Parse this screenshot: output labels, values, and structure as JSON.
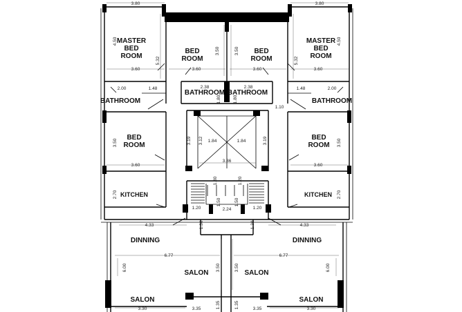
{
  "rooms": {
    "master_left_l1": "MASTER",
    "master_left_l2": "BED",
    "master_left_l3": "ROOM",
    "bed_top_l_l1": "BED",
    "bed_top_l_l2": "ROOM",
    "bed_top_r_l1": "BED",
    "bed_top_r_l2": "ROOM",
    "master_right_l1": "MASTER",
    "master_right_l2": "BED",
    "master_right_l3": "ROOM",
    "bath_center_l": "BATHROOM",
    "bath_center_r": "BATHROOM",
    "bath_side_l": "BATHROOM",
    "bath_side_r": "BATHROOM",
    "bed_mid_l_l1": "BED",
    "bed_mid_l_l2": "ROOM",
    "bed_mid_r_l1": "BED",
    "bed_mid_r_l2": "ROOM",
    "kitchen_l": "KITCHEN",
    "kitchen_r": "KITCHEN",
    "dinning_l": "DINNING",
    "dinning_r": "DINNING",
    "salon_mid_l": "SALON",
    "salon_mid_r": "SALON",
    "salon_bot_l": "SALON",
    "salon_bot_r": "SALON"
  },
  "dimensions": {
    "top_l": "3.80",
    "top_r": "3.80",
    "master_l_h": "4.50",
    "master_l_w": "5.32",
    "master_r_h": "4.50",
    "master_r_w": "5.32",
    "bed_l_h": "3.50",
    "bed_r_h": "3.50",
    "w360_a": "3.60",
    "w360_b": "3.60",
    "w360_c": "3.60",
    "w360_d": "3.60",
    "bath_l_w": "2.00",
    "bath_l_w2": "1.48",
    "bath_r_w": "2.00",
    "bath_r_w2": "1.48",
    "bath_c_l": "2.38",
    "bath_c_r": "2.38",
    "bath_c_h_l": "1.80",
    "bath_c_h_r": "1.80",
    "d110": "1.10",
    "bed_mid_l_h": "3.50",
    "bed_mid_r_h": "3.50",
    "w360_e": "3.60",
    "w360_f": "3.60",
    "lift_h_l": "3.19",
    "lift_h_r": "3.19",
    "lift_in_l": "3.12",
    "lift_w_l": "1.84",
    "lift_w_r": "1.84",
    "lift_total": "3.86",
    "kit_l_h": "2.70",
    "kit_r_h": "2.70",
    "stair_l": "1.30",
    "stair_r": "1.20",
    "stair_l2": "1.50",
    "stair_r2": "1.50",
    "land_l": "1.20",
    "land_r": "1.20",
    "land_c": "2.24",
    "w433_l": "4.33",
    "w433_r": "4.33",
    "c130_l": "1.30",
    "c130_r": "1.30",
    "w877_l": "6.77",
    "w877_r": "6.77",
    "din_h_l": "6.00",
    "din_h_r": "6.00",
    "salon_h_l": "3.50",
    "salon_h_r": "3.50",
    "bot_l": "3.30",
    "bot_cl": "3.35",
    "bot_cr": "3.35",
    "bot_r": "3.30",
    "bot_c_l": "1.35",
    "bot_c_r": "1.35"
  }
}
